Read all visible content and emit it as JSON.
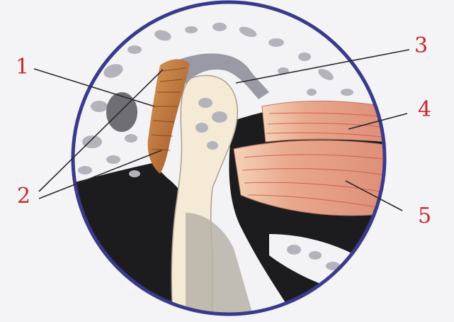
{
  "figure": {
    "callouts": [
      "1",
      "2",
      "3",
      "4",
      "5"
    ],
    "signature": "D. Castellani",
    "colors": {
      "callout_text": "#c8282d",
      "leader_line": "#2a2a2a",
      "frame_ring": "#3a3a8c",
      "bone_marrow_bg": "#f3f3f6",
      "marrow_spots": "#b0b0b8",
      "dark_cavity": "#1c1c1f",
      "cartilage_cream": "#f4ead6",
      "bone_grey": "#b7b1a8",
      "ligament_orange": "#c5792f",
      "muscle_pink": "#e9aa90",
      "muscle_fiber": "#c84a3a"
    }
  }
}
